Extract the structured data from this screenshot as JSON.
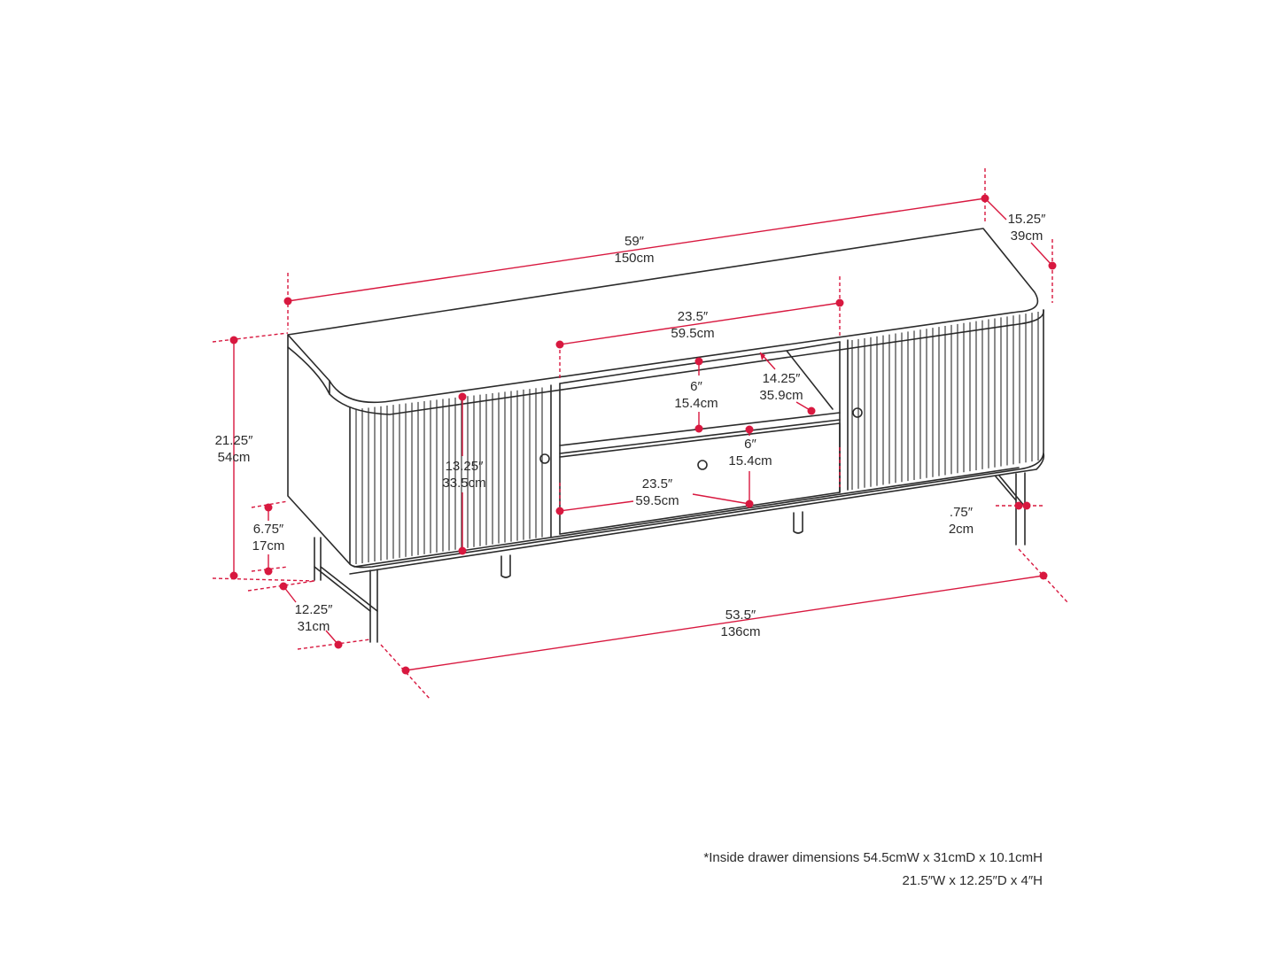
{
  "dimensions": {
    "overall_width": {
      "in": "59″",
      "cm": "150cm"
    },
    "depth": {
      "in": "15.25″",
      "cm": "39cm"
    },
    "overall_height": {
      "in": "21.25″",
      "cm": "54cm"
    },
    "leg_height": {
      "in": "6.75″",
      "cm": "17cm"
    },
    "base_depth": {
      "in": "12.25″",
      "cm": "31cm"
    },
    "base_width": {
      "in": "53.5″",
      "cm": "136cm"
    },
    "door_height": {
      "in": "13.25″",
      "cm": "33.5cm"
    },
    "shelf_width": {
      "in": "23.5″",
      "cm": "59.5cm"
    },
    "shelf_height": {
      "in": "6″",
      "cm": "15.4cm"
    },
    "shelf_depth": {
      "in": "14.25″",
      "cm": "35.9cm"
    },
    "drawer_height": {
      "in": "6″",
      "cm": "15.4cm"
    },
    "drawer_width": {
      "in": "23.5″",
      "cm": "59.5cm"
    },
    "leg_thickness": {
      "in": ".75″",
      "cm": "2cm"
    }
  },
  "notes": {
    "line1": "*Inside drawer dimensions 54.5cmW x 31cmD x 10.1cmH",
    "line2": "21.5″W x 12.25″D x 4″H"
  },
  "colors": {
    "dimension": "#d8183f",
    "outline": "#2b2b2b"
  }
}
